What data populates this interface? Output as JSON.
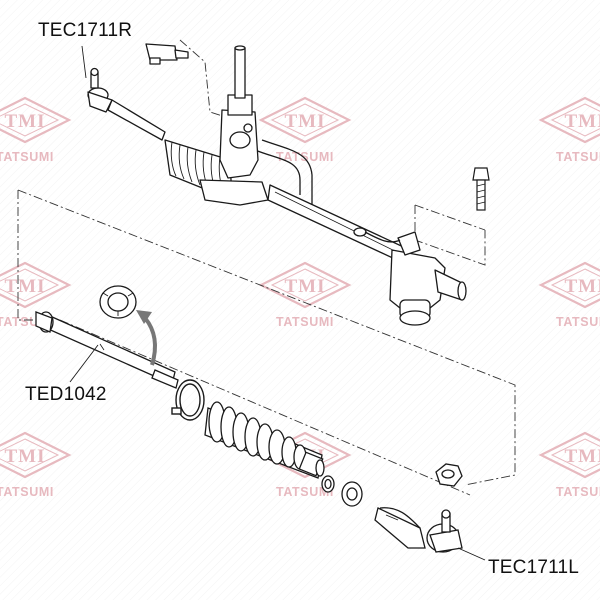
{
  "labels": {
    "tie_rod_end_right": "TEC1711R",
    "inner_tie_rod": "TED1042",
    "tie_rod_end_left": "TEC1711L"
  },
  "watermark": {
    "logo": "TMI",
    "brand": "TATSUMI",
    "color": "#e7b9bf"
  }
}
